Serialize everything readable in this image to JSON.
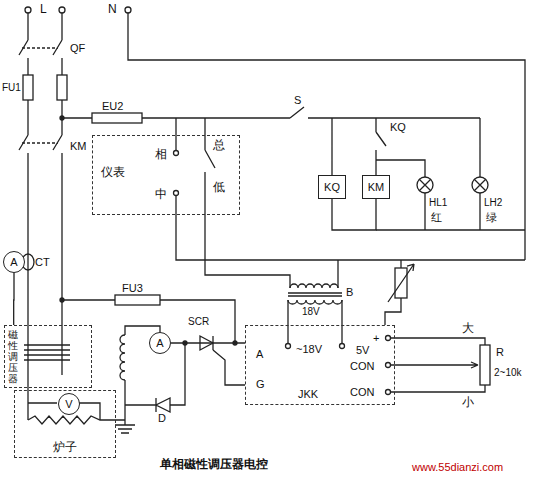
{
  "diagram": {
    "caption": "单相磁性调压器电控",
    "nodes": [
      {
        "text": [
          "仪表",
          "相",
          "中",
          "总",
          "低"
        ]
      },
      {
        "text": [
          "KQ"
        ]
      },
      {
        "text": [
          "KM"
        ]
      },
      {
        "text": [
          "A",
          "G",
          "~18V",
          "+",
          "5V",
          "CON",
          "CON",
          "JKK"
        ]
      },
      {
        "text": [
          "磁性调压器"
        ]
      },
      {
        "text": [
          "炉子"
        ]
      },
      {
        "text": [
          "A"
        ]
      },
      {
        "text": [
          "A"
        ]
      },
      {
        "text": [
          "V"
        ],
        "in": 5
      }
    ],
    "edges": [
      {
        "from": 1,
        "to": 2,
        "arrow": "none"
      },
      {
        "from": 6,
        "to": 4,
        "arrow": "none"
      },
      {
        "from": 7,
        "to": 3,
        "arrow": "none"
      }
    ],
    "labels": [
      "L",
      "N",
      "QF",
      "FU1",
      "KM",
      "CT",
      "EU2",
      "S",
      "KQ",
      "HL1",
      "红",
      "LH2",
      "绿",
      "FU3",
      "SCR",
      "D",
      "B",
      "18V",
      "大",
      "小",
      "R",
      "2~10k",
      "www.55dianzi.com"
    ]
  }
}
